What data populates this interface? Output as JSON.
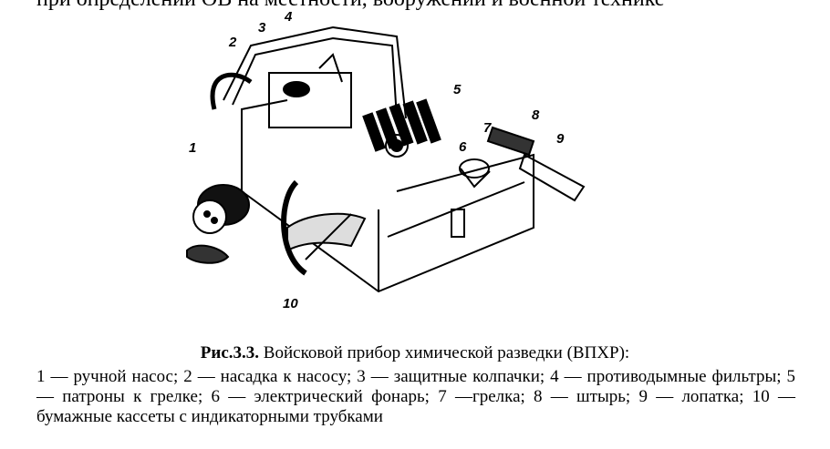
{
  "header": {
    "cutoff_line": "при определении ОВ на местности, вооружении и военной технике"
  },
  "figure": {
    "callouts": [
      "1",
      "2",
      "3",
      "4",
      "5",
      "6",
      "7",
      "8",
      "9",
      "10"
    ]
  },
  "caption": {
    "label": "Рис.3.3.",
    "title": "Войсковой прибор химической   разведки (ВПХР):",
    "body": "1 — ручной насос; 2 — насадка к насосу; 3 — защитные колпачки; 4 — противодымные фильтры; 5 — патроны к грелке; 6 — электрический фонарь; 7 —грелка; 8 — штырь; 9 — лопатка; 10 — бумажные кассеты с индикаторными трубками"
  }
}
